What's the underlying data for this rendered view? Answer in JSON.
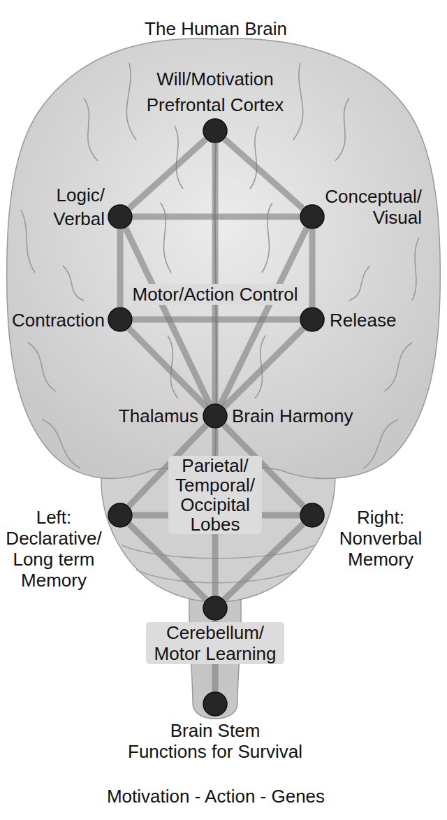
{
  "diagram": {
    "title": "The Human Brain",
    "caption": "Motivation - Action - Genes",
    "nodes": [
      {
        "text": [
          "Will/Motivation",
          "Prefrontal Cortex"
        ]
      },
      {
        "text": [
          "Logic/ Verbal"
        ]
      },
      {
        "text": [
          "Conceptual/ Visual"
        ]
      },
      {
        "text": [
          "Contraction"
        ]
      },
      {
        "text": [
          "Release"
        ]
      },
      {
        "text": [
          "Thalamus",
          "Brain Harmony"
        ]
      },
      {
        "text": [
          "Left: Declarative/ Long term Memory"
        ]
      },
      {
        "text": [
          "Right: Nonverbal Memory"
        ]
      },
      {
        "text": [
          "Cerebellum/ Motor Learning"
        ]
      },
      {
        "text": [
          "Brain Stem",
          "Functions for Survival"
        ]
      }
    ],
    "edges": [
      {
        "from": 0,
        "to": 1,
        "arrow": "none"
      },
      {
        "from": 0,
        "to": 2,
        "arrow": "none"
      },
      {
        "from": 0,
        "to": 5,
        "arrow": "none"
      },
      {
        "from": 1,
        "to": 2,
        "arrow": "none"
      },
      {
        "from": 1,
        "to": 3,
        "arrow": "none"
      },
      {
        "from": 1,
        "to": 5,
        "arrow": "none"
      },
      {
        "from": 2,
        "to": 4,
        "arrow": "none"
      },
      {
        "from": 2,
        "to": 5,
        "arrow": "none"
      },
      {
        "from": 3,
        "to": 4,
        "arrow": "none"
      },
      {
        "from": 3,
        "to": 5,
        "arrow": "none"
      },
      {
        "from": 4,
        "to": 5,
        "arrow": "none"
      },
      {
        "from": 5,
        "to": 6,
        "arrow": "none"
      },
      {
        "from": 5,
        "to": 7,
        "arrow": "none"
      },
      {
        "from": 5,
        "to": 8,
        "arrow": "none"
      },
      {
        "from": 6,
        "to": 7,
        "arrow": "none"
      },
      {
        "from": 6,
        "to": 8,
        "arrow": "none"
      },
      {
        "from": 7,
        "to": 8,
        "arrow": "none"
      },
      {
        "from": 8,
        "to": 9,
        "arrow": "none"
      }
    ],
    "labels": [
      "Motor/Action Control",
      "Parietal/ Temporal/ Occipital Lobes"
    ]
  }
}
